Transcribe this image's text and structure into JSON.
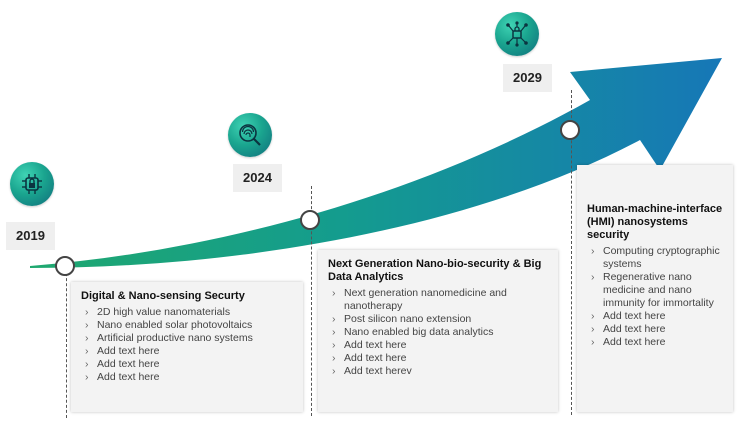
{
  "milestones": [
    {
      "year": "2019",
      "icon": "lock-circuit-icon",
      "title": "Digital & Nano-sensing Securty",
      "items": [
        "2D high value nanomaterials",
        "Nano enabled solar photovoltaics",
        "Artificial productive nano systems",
        "Add text here",
        "Add text here",
        "Add text here"
      ]
    },
    {
      "year": "2024",
      "icon": "fingerprint-search-icon",
      "title": "Next Generation Nano-bio-security & Big Data Analytics",
      "items": [
        "Next generation nanomedicine and nanotherapy",
        "Post silicon nano extension",
        "Nano enabled big data analytics",
        "Add text here",
        "Add text here",
        "Add text herev"
      ]
    },
    {
      "year": "2029",
      "icon": "network-lock-icon",
      "title": "Human-machine-interface (HMI) nanosystems security",
      "items": [
        "Computing cryptographic systems",
        "Regenerative nano medicine and nano immunity for immortality",
        "Add text here",
        "Add text here",
        "Add text here"
      ]
    }
  ],
  "colors": {
    "arrow_start": "#1fa86f",
    "arrow_mid": "#149c8e",
    "arrow_end": "#1677b7",
    "icon_teal": "#1aa58f"
  }
}
